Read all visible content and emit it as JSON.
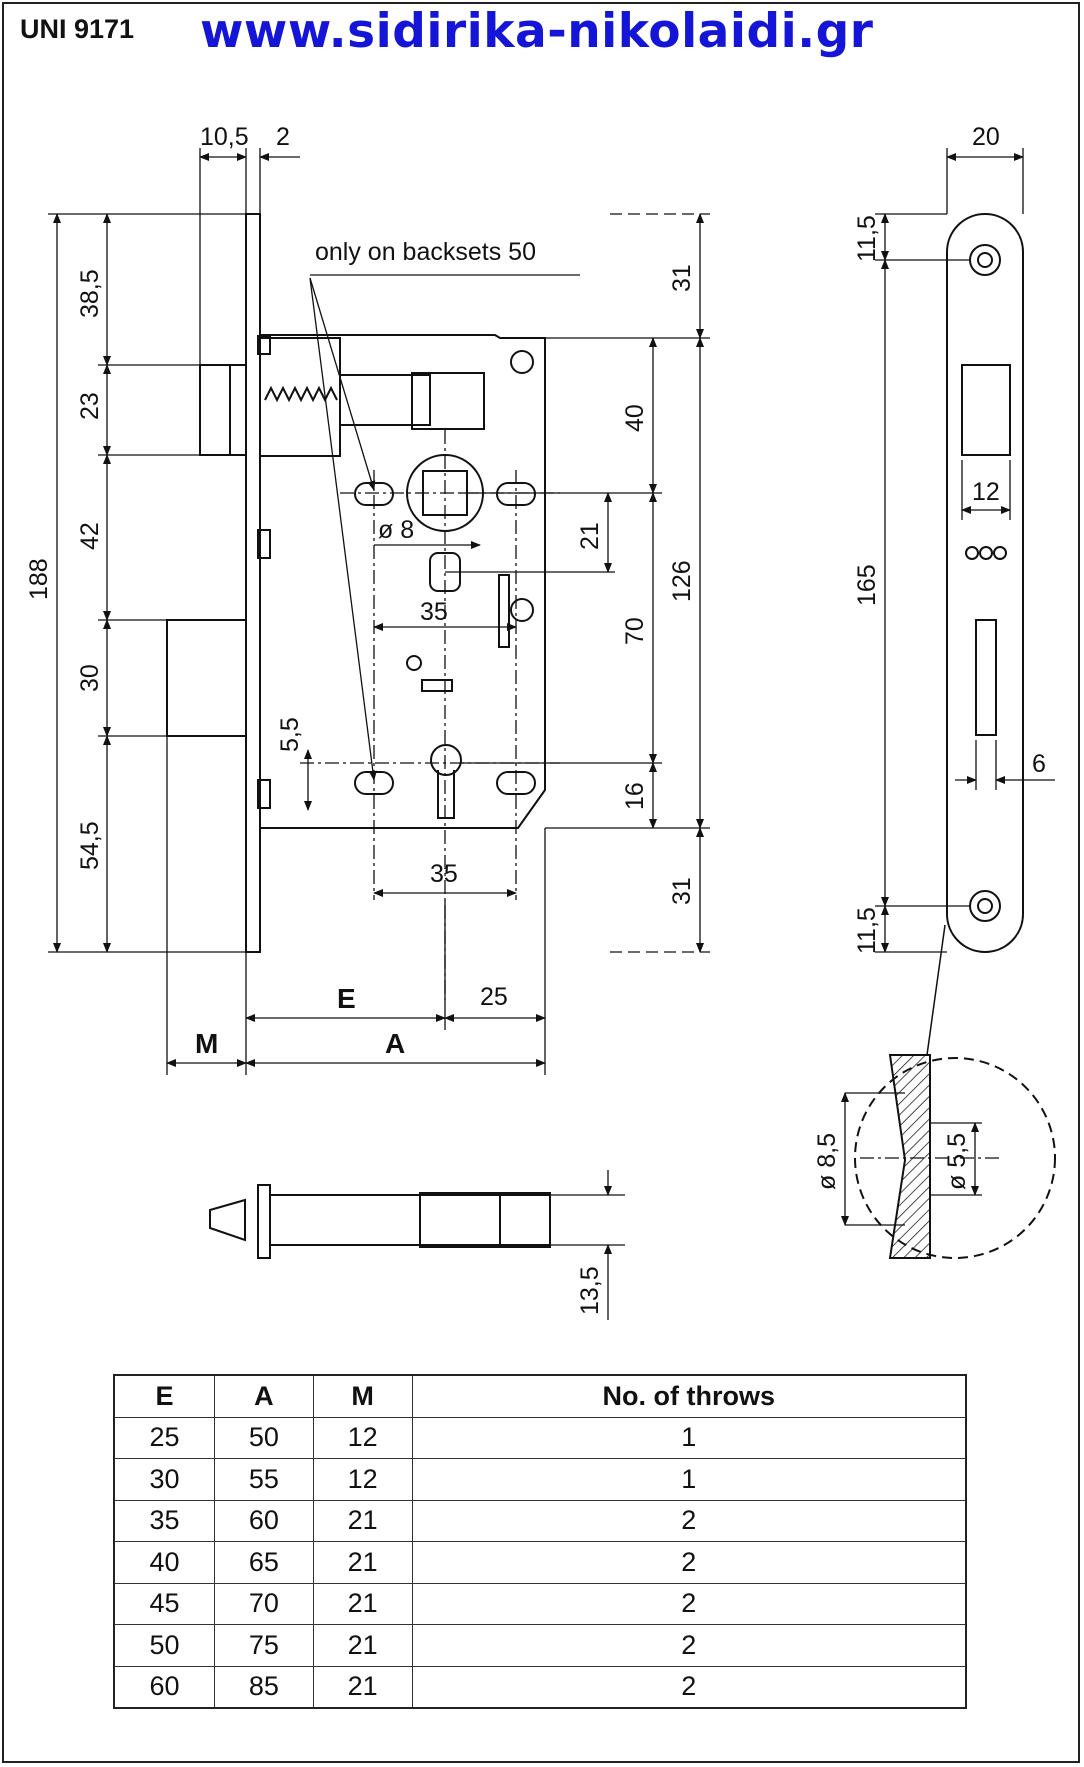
{
  "header": {
    "code": "UNI 9171",
    "website": "www.sidirika-nikolaidi.gr"
  },
  "drawing": {
    "note": "only on backsets 50",
    "side_dims": {
      "top_a": "10,5",
      "top_b": "2",
      "h_total": "188",
      "h_38": "38,5",
      "h_23": "23",
      "h_42": "42",
      "h_30": "30",
      "h_54": "54,5"
    },
    "front_dims": {
      "r31_top": "31",
      "r40": "40",
      "r126": "126",
      "r21": "21",
      "r70": "70",
      "r16": "16",
      "r31_bot": "31",
      "dia8": "ø 8",
      "c35": "35",
      "c55": "5,5",
      "c35b": "35",
      "e": "E",
      "e25": "25",
      "m": "M",
      "a": "A"
    },
    "plate_dims": {
      "w20": "20",
      "t115": "11,5",
      "h165": "165",
      "w12": "12",
      "w6": "6",
      "b115": "11,5"
    },
    "detail_dims": {
      "d85": "ø 8,5",
      "d55": "ø 5,5"
    },
    "spindle_dims": {
      "s135": "13,5"
    }
  },
  "table": {
    "headers": [
      "E",
      "A",
      "M",
      "No. of throws"
    ],
    "rows": [
      [
        "25",
        "50",
        "12",
        "1"
      ],
      [
        "30",
        "55",
        "12",
        "1"
      ],
      [
        "35",
        "60",
        "21",
        "2"
      ],
      [
        "40",
        "65",
        "21",
        "2"
      ],
      [
        "45",
        "70",
        "21",
        "2"
      ],
      [
        "50",
        "75",
        "21",
        "2"
      ],
      [
        "60",
        "85",
        "21",
        "2"
      ]
    ]
  }
}
